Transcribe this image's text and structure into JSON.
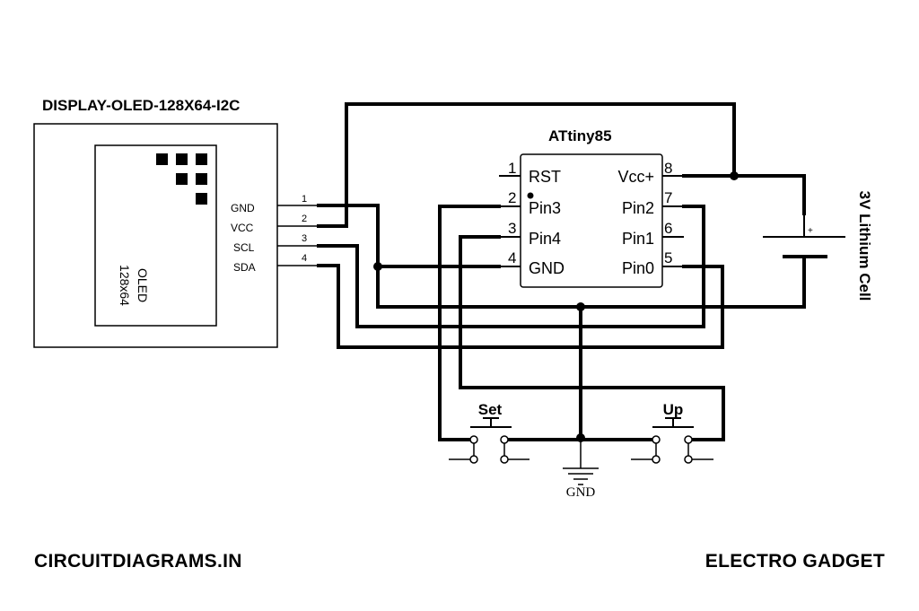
{
  "oled": {
    "title": "DISPLAY-OLED-128X64-I2C",
    "name": "OLED",
    "resolution": "128x64",
    "pins": [
      {
        "label": "GND",
        "number": "1"
      },
      {
        "label": "VCC",
        "number": "2"
      },
      {
        "label": "SCL",
        "number": "3"
      },
      {
        "label": "SDA",
        "number": "4"
      }
    ]
  },
  "mcu": {
    "title": "ATtiny85",
    "left_pins": [
      {
        "number": "1",
        "label": "RST"
      },
      {
        "number": "2",
        "label": "Pin3"
      },
      {
        "number": "3",
        "label": "Pin4"
      },
      {
        "number": "4",
        "label": "GND"
      }
    ],
    "right_pins": [
      {
        "number": "8",
        "label": "Vcc+"
      },
      {
        "number": "7",
        "label": "Pin2"
      },
      {
        "number": "6",
        "label": "Pin1"
      },
      {
        "number": "5",
        "label": "Pin0"
      }
    ]
  },
  "battery": {
    "label": "3V Lithium Cell",
    "polarity": "+"
  },
  "buttons": [
    {
      "label": "Set"
    },
    {
      "label": "Up"
    }
  ],
  "ground": {
    "label": "GND"
  },
  "footer": {
    "left": "CIRCUITDIAGRAMS.IN",
    "right": "ELECTRO GADGET"
  }
}
